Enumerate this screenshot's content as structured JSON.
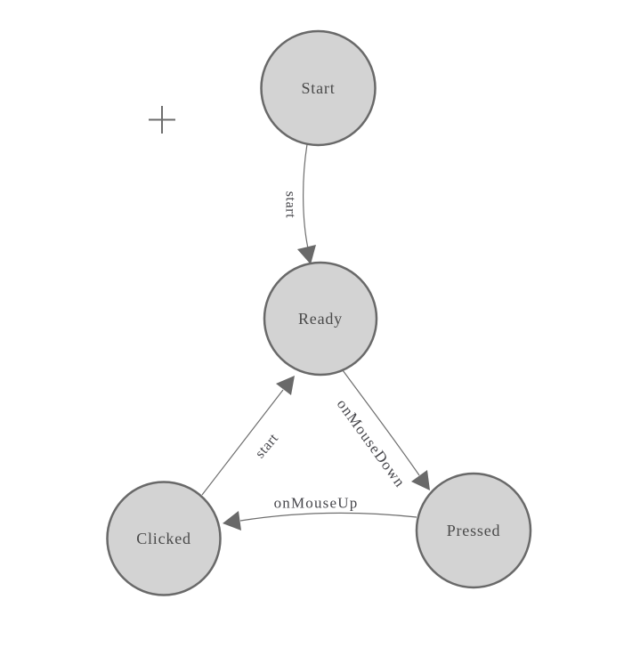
{
  "diagram": {
    "nodes": [
      {
        "id": "start",
        "label": "Start"
      },
      {
        "id": "ready",
        "label": "Ready"
      },
      {
        "id": "clicked",
        "label": "Clicked"
      },
      {
        "id": "pressed",
        "label": "Pressed"
      }
    ],
    "edges": [
      {
        "from": "Start",
        "to": "Ready",
        "label": "start"
      },
      {
        "from": "Ready",
        "to": "Pressed",
        "label": "onMouseDown"
      },
      {
        "from": "Pressed",
        "to": "Clicked",
        "label": "onMouseUp"
      },
      {
        "from": "Clicked",
        "to": "Ready",
        "label": "start"
      }
    ],
    "colors": {
      "page-bg": "#ffffff",
      "node-fill": "#d3d3d3",
      "node-stroke": "#696969",
      "node-text": "#4a4a4a",
      "edge-stroke": "#6e6e6e",
      "arrow-fill": "#696969",
      "edge-text": "#46464b",
      "crosshair": "#6e6e6e"
    }
  }
}
